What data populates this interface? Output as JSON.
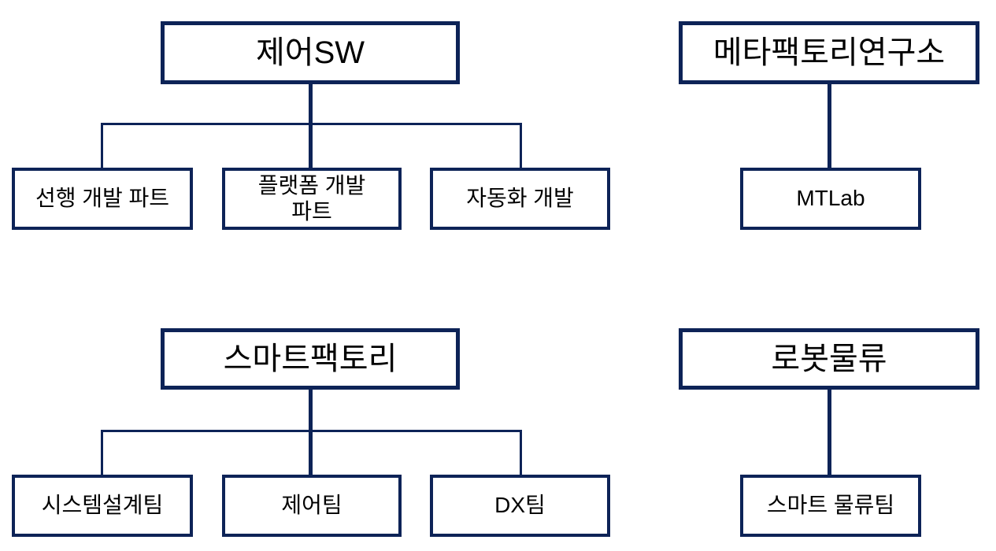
{
  "canvas": {
    "background_color": "#ffffff",
    "line_color": "#0d2357",
    "text_color": "#000000"
  },
  "trees": [
    {
      "id": "control-sw",
      "root": {
        "label": "제어SW"
      },
      "children": [
        {
          "label": "선행 개발 파트"
        },
        {
          "label": "플랫폼 개발\n파트"
        },
        {
          "label": "자동화 개발"
        }
      ]
    },
    {
      "id": "metafactory-lab",
      "root": {
        "label": "메타팩토리연구소"
      },
      "children": [
        {
          "label": "MTLab"
        }
      ]
    },
    {
      "id": "smart-factory",
      "root": {
        "label": "스마트팩토리"
      },
      "children": [
        {
          "label": "시스템설계팀"
        },
        {
          "label": "제어팀"
        },
        {
          "label": "DX팀"
        }
      ]
    },
    {
      "id": "robot-logistics",
      "root": {
        "label": "로봇물류"
      },
      "children": [
        {
          "label": "스마트 물류팀"
        }
      ]
    }
  ]
}
